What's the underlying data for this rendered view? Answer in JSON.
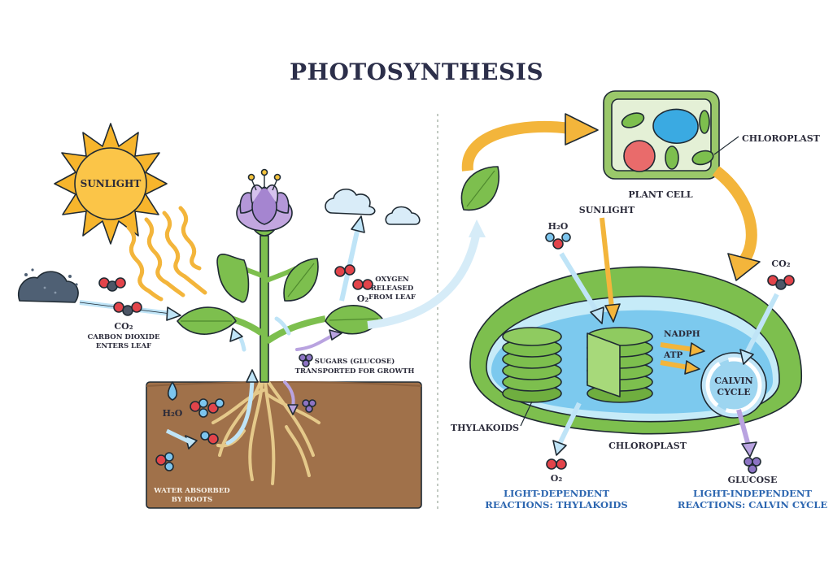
{
  "title": "PHOTOSYNTHESIS",
  "labels": {
    "sunlight_left": "SUNLIGHT",
    "co2": "CO₂",
    "co2_desc_1": "CARBON DIOXIDE",
    "co2_desc_2": "ENTERS LEAF",
    "oxygen_1": "OXYGEN",
    "oxygen_2": "RELEASED",
    "oxygen_3": "FROM LEAF",
    "o2": "O₂",
    "sugars_1": "SUGARS (GLUCOSE)",
    "sugars_2": "TRANSPORTED FOR GROWTH",
    "h2o_left": "H₂O",
    "water_1": "WATER ABSORBED",
    "water_2": "BY ROOTS",
    "plant_cell": "PLANT CELL",
    "chloroplast_top": "CHLOROPLAST",
    "sunlight_right": "SUNLIGHT",
    "h2o_right": "H₂O",
    "co2_right": "CO₂",
    "nadph": "NADPH",
    "atp": "ATP",
    "calvin_1": "CALVIN",
    "calvin_2": "CYCLE",
    "thylakoids": "THYLAKOIDS",
    "chloroplast_bottom": "CHLOROPLAST",
    "o2_right": "O₂",
    "glucose": "GLUCOSE",
    "light_dep_1": "LIGHT-DEPENDENT",
    "light_dep_2": "REACTIONS: THYLAKOIDS",
    "light_indep_1": "LIGHT-INDEPENDENT",
    "light_indep_2": "REACTIONS: CALVIN CYCLE"
  },
  "colors": {
    "sun": "#f7b52c",
    "leaf": "#7dbf4e",
    "soil": "#a0714a",
    "water": "#8fd3f0",
    "arrow_blue": "#bfe4f7",
    "arrow_orange": "#f3b53b",
    "oxygen_red": "#e2444a",
    "carbon_gray": "#4d5666",
    "sugar_purple": "#8d74c4",
    "label_blue": "#2c66b0"
  }
}
